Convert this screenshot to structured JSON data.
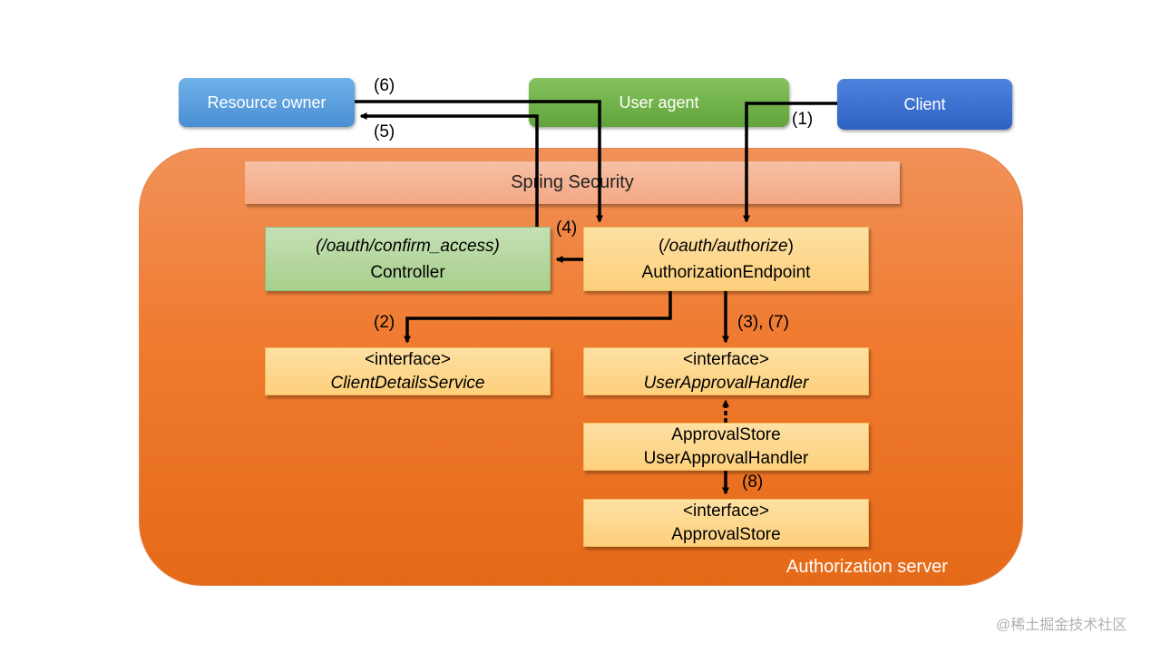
{
  "actors": {
    "resource_owner": "Resource owner",
    "user_agent": "User agent",
    "client": "Client"
  },
  "container": {
    "label": "Authorization server"
  },
  "spring_security": "Spring Security",
  "controller": {
    "path": "(/oauth/confirm_access)",
    "name": "Controller"
  },
  "authorization_endpoint": {
    "path_open": "(",
    "path": "/oauth/authorize",
    "path_close": ")",
    "name": "AuthorizationEndpoint"
  },
  "client_details_service": {
    "stereotype": "<interface>",
    "name": "ClientDetailsService"
  },
  "user_approval_handler": {
    "stereotype": "<interface>",
    "name": "UserApprovalHandler"
  },
  "approval_store_user_approval_handler": {
    "line1": "ApprovalStore",
    "line2": "UserApprovalHandler"
  },
  "approval_store": {
    "stereotype": "<interface>",
    "name": "ApprovalStore"
  },
  "steps": {
    "s1": "(1)",
    "s2": "(2)",
    "s3_7": "(3), (7)",
    "s4": "(4)",
    "s5": "(5)",
    "s6": "(6)",
    "s8": "(8)"
  },
  "watermark": "@稀土掘金技术社区",
  "colors": {
    "container": "#f07a2f",
    "resource_owner": "#5b9bd5",
    "user_agent": "#70ad47",
    "client": "#4472c4",
    "component_yellow": "#fdd07c",
    "component_green": "#a8d08d",
    "spring_security": "#f4b183"
  }
}
